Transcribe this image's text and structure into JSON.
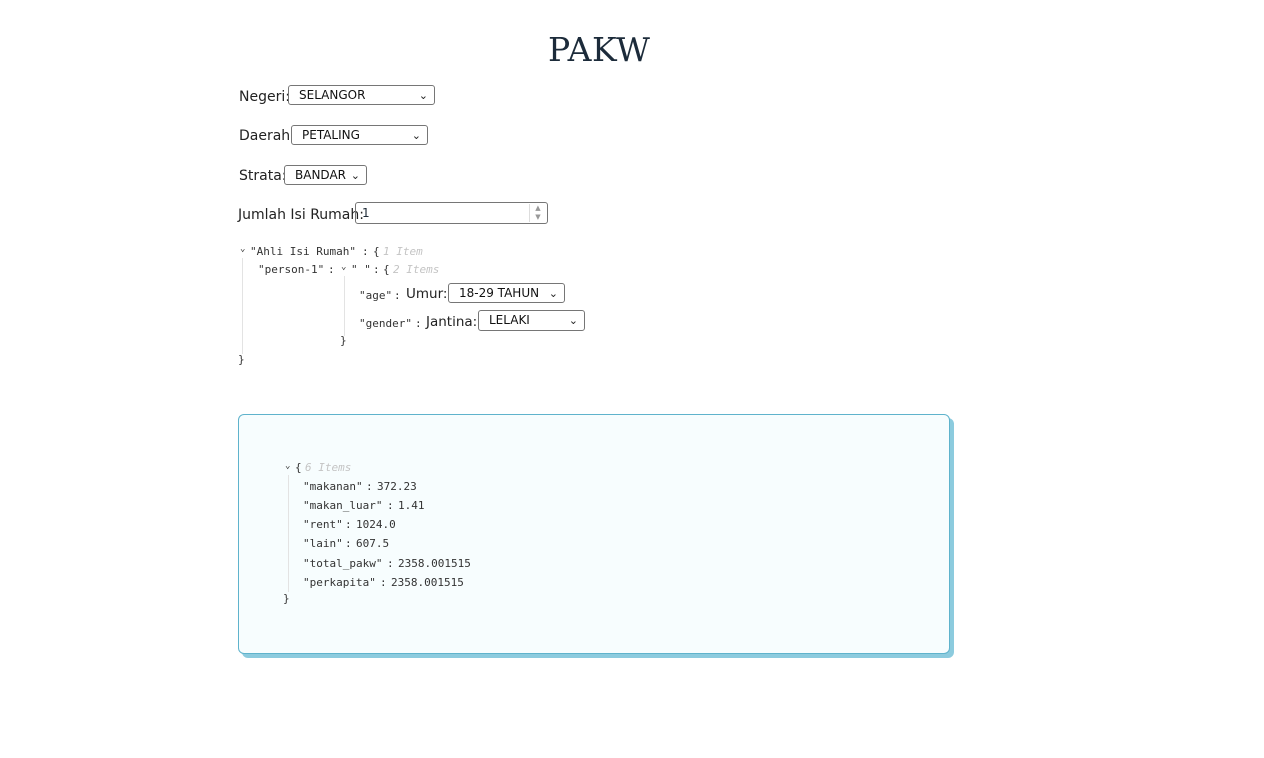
{
  "page_title": "PAKW",
  "form": {
    "negeri": {
      "label": "Negeri:",
      "value": "SELANGOR"
    },
    "daerah": {
      "label": "Daerah:",
      "value": "PETALING"
    },
    "strata": {
      "label": "Strata:",
      "value": "BANDAR"
    },
    "jumlah": {
      "label": "Jumlah Isi Rumah:",
      "value": "1"
    }
  },
  "household_json": {
    "root_key": "\"Ahli Isi Rumah\"",
    "root_count": "1 Item",
    "person_key": "\"person-1\"",
    "person_name": "\" \"",
    "person_count": "2 Items",
    "age_key": "\"age\"",
    "age_label": "Umur:",
    "age_value": "18-29 TAHUN",
    "gender_key": "\"gender\"",
    "gender_label": "Jantina:",
    "gender_value": "LELAKI"
  },
  "result": {
    "count": "6 Items",
    "rows": [
      {
        "key": "\"makanan\"",
        "value": "372.23"
      },
      {
        "key": "\"makan_luar\"",
        "value": "1.41"
      },
      {
        "key": "\"rent\"",
        "value": "1024.0"
      },
      {
        "key": "\"lain\"",
        "value": "607.5"
      },
      {
        "key": "\"total_pakw\"",
        "value": "2358.001515"
      },
      {
        "key": "\"perkapita\"",
        "value": "2358.001515"
      }
    ]
  },
  "icons": {
    "dropdown": "chevron-down-icon",
    "collapse": "caret-down-icon"
  }
}
